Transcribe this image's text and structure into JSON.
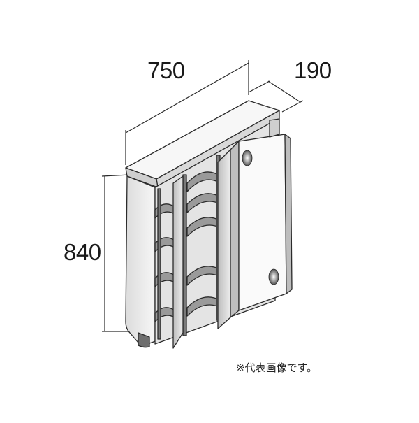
{
  "dimensions": {
    "width": "750",
    "depth": "190",
    "height": "840"
  },
  "note": "※代表画像です。",
  "colors": {
    "line": "#2b2b2b",
    "fill_light": "#f3f3f3",
    "fill_mid": "#cfcfcf",
    "fill_dark": "#8e8e8e",
    "background": "#ffffff"
  }
}
